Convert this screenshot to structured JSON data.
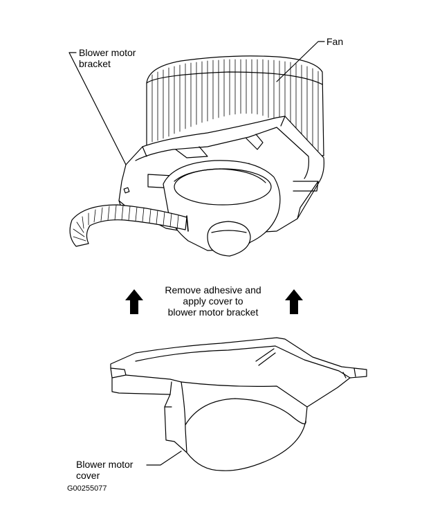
{
  "labels": {
    "bracket_line1": "Blower motor",
    "bracket_line2": "bracket",
    "fan": "Fan",
    "instruction_line1": "Remove adhesive and",
    "instruction_line2": "apply cover to",
    "instruction_line3": "blower motor bracket",
    "cover_line1": "Blower motor",
    "cover_line2": "cover",
    "figure_id": "G00255077"
  }
}
